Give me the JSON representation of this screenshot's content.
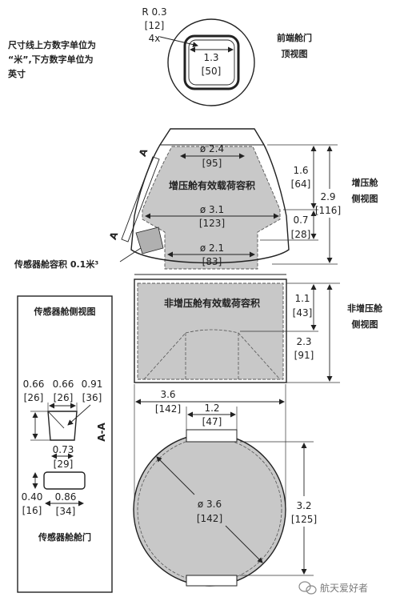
{
  "note": {
    "line1": "尺寸线上方数字单位为",
    "line2": "“米”,下方数字单位为",
    "line3": "英寸"
  },
  "front_hatch": {
    "radius_m": "R 0.3",
    "radius_in": "[12]",
    "count": "4x",
    "width_m": "1.3",
    "width_in": "[50]",
    "title_line1": "前端舱门",
    "title_line2": "顶视图"
  },
  "pressurized": {
    "top_dia_m": "ø 2.4",
    "top_dia_in": "[95]",
    "volume_label": "增压舱有效载荷容积",
    "max_dia_m": "ø 3.1",
    "max_dia_in": "[123]",
    "bottom_dia_m": "ø 2.1",
    "bottom_dia_in": "[83]",
    "upper_height_m": "1.6",
    "upper_height_in": "[64]",
    "lower_height_m": "0.7",
    "lower_height_in": "[28]",
    "total_height_m": "2.9",
    "total_height_in": "[116]",
    "title_line1": "增压舱",
    "title_line2": "侧视图",
    "section_mark": "A"
  },
  "sensor_bay_volume": "传感器舱容积 0.1米³",
  "unpressurized": {
    "volume_label": "非增压舱有效载荷容积",
    "upper_height_m": "1.1",
    "upper_height_in": "[43]",
    "total_height_m": "2.3",
    "total_height_in": "[91]",
    "title_line1": "非增压舱",
    "title_line2": "侧视图"
  },
  "sensor_bay": {
    "title": "传感器舱侧视图",
    "w_left_m": "0.66",
    "w_left_in": "[26]",
    "w_mid_m": "0.66",
    "w_mid_in": "[26]",
    "w_diag_m": "0.91",
    "w_diag_in": "[36]",
    "bottom_w_m": "0.73",
    "bottom_w_in": "[29]",
    "section_label": "A-A",
    "door_h_m": "0.40",
    "door_h_in": "[16]",
    "door_w_m": "0.86",
    "door_w_in": "[34]",
    "door_title": "传感器舱舱门"
  },
  "trunk_bottom": {
    "outer_dia_m": "3.6",
    "outer_dia_in": "[142]",
    "port_w_m": "1.2",
    "port_w_in": "[47]",
    "dia_m": "ø 3.6",
    "dia_in": "[142]",
    "port_span_m": "3.2",
    "port_span_in": "[125]"
  },
  "watermark": "航天爱好者",
  "colors": {
    "payload_fill": "#c8c8c8",
    "line": "#222222"
  }
}
